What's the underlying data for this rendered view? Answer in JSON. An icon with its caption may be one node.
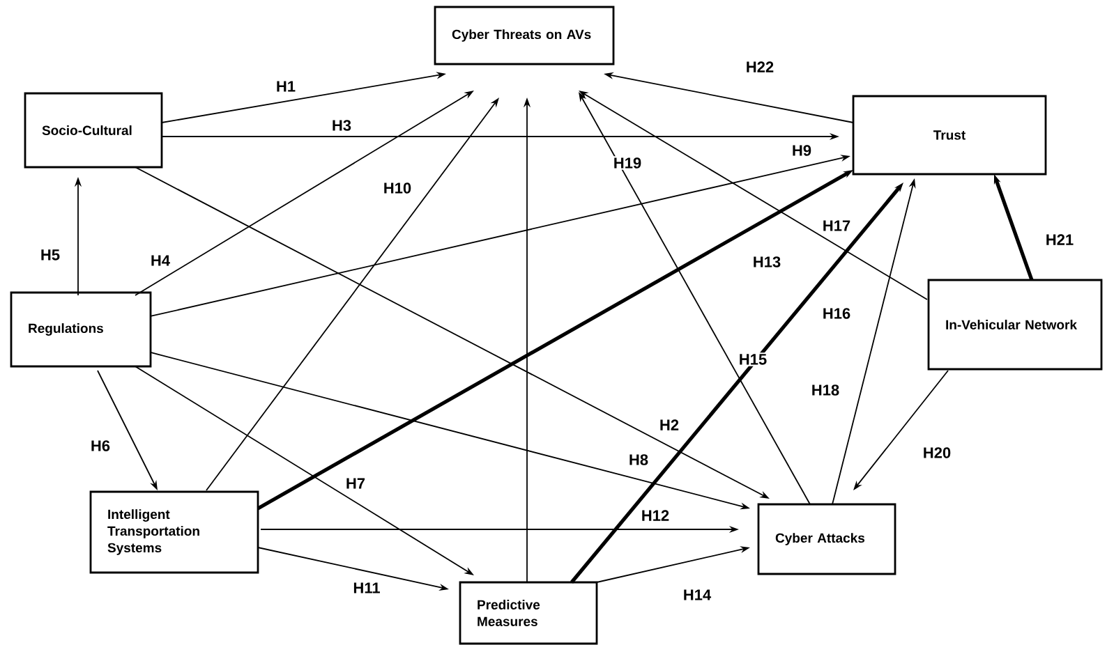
{
  "diagram": {
    "nodes": [
      {
        "text": [
          "Cyber Threats on AVs"
        ]
      },
      {
        "text": [
          "Socio-Cultural"
        ]
      },
      {
        "text": [
          "Trust"
        ]
      },
      {
        "text": [
          "Regulations"
        ]
      },
      {
        "text": [
          "In-Vehicular Network"
        ]
      },
      {
        "text": [
          "Intelligent Transportation Systems"
        ]
      },
      {
        "text": [
          "Predictive Measures"
        ]
      },
      {
        "text": [
          "Cyber Attacks"
        ]
      }
    ],
    "edges": [
      {
        "from": 1,
        "to": 0,
        "arrow": "to",
        "label": "H1"
      },
      {
        "from": 1,
        "to": 7,
        "arrow": "to",
        "label": "H2"
      },
      {
        "from": 1,
        "to": 2,
        "arrow": "to",
        "label": "H3"
      },
      {
        "from": 3,
        "to": 0,
        "arrow": "to",
        "label": "H4"
      },
      {
        "from": 3,
        "to": 1,
        "arrow": "to",
        "label": "H5"
      },
      {
        "from": 3,
        "to": 5,
        "arrow": "to",
        "label": "H6"
      },
      {
        "from": 3,
        "to": 6,
        "arrow": "to",
        "label": "H7"
      },
      {
        "from": 3,
        "to": 7,
        "arrow": "to",
        "label": "H8"
      },
      {
        "from": 3,
        "to": 2,
        "arrow": "to",
        "label": "H9"
      },
      {
        "from": 5,
        "to": 0,
        "arrow": "to",
        "label": "H10"
      },
      {
        "from": 5,
        "to": 6,
        "arrow": "to",
        "label": "H11"
      },
      {
        "from": 5,
        "to": 7,
        "arrow": "to",
        "label": "H12"
      },
      {
        "from": 5,
        "to": 2,
        "arrow": "to",
        "label": "H13",
        "style": "thick"
      },
      {
        "from": 6,
        "to": 7,
        "arrow": "to",
        "label": "H14"
      },
      {
        "from": 6,
        "to": 2,
        "arrow": "to",
        "label": "H15",
        "style": "thick"
      },
      {
        "from": 6,
        "to": 0,
        "arrow": "to"
      },
      {
        "from": 4,
        "to": 0,
        "arrow": "to",
        "label": "H17"
      },
      {
        "from": 7,
        "to": 2,
        "arrow": "to",
        "label": "H18"
      },
      {
        "from": 7,
        "to": 0,
        "arrow": "to",
        "label": "H19"
      },
      {
        "from": 4,
        "to": 7,
        "arrow": "to",
        "label": "H20"
      },
      {
        "from": 4,
        "to": 2,
        "arrow": "to",
        "label": "H21",
        "style": "thick"
      },
      {
        "from": 2,
        "to": 0,
        "arrow": "to",
        "label": "H22"
      }
    ],
    "labels": [
      "H16"
    ]
  }
}
